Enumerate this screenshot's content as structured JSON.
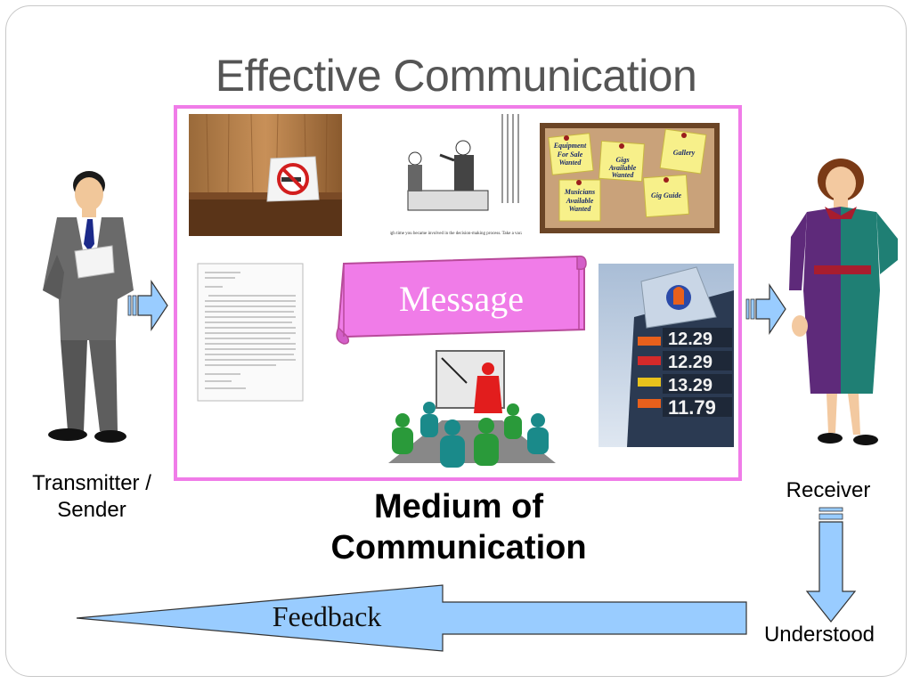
{
  "slide": {
    "title": "Effective Communication",
    "sender_label": "Transmitter /\nSender",
    "receiver_label": "Receiver",
    "medium_label": "Medium of Communication",
    "message_label": "Message",
    "feedback_label": "Feedback",
    "understood_label": "Understood"
  },
  "media_images": {
    "price_values": [
      "12.29",
      "12.29",
      "13.29",
      "11.79"
    ],
    "notes": [
      "Equipment\nFor Sale\nWanted",
      "Gigs\nAvailable\nWanted",
      "Gallery",
      "Musicians\nAvailable\nWanted",
      "Gig Guide"
    ]
  },
  "colors": {
    "frame_border": "#f07ce8",
    "arrow_fill": "#99ccff",
    "message_fill": "#f07ce8"
  }
}
